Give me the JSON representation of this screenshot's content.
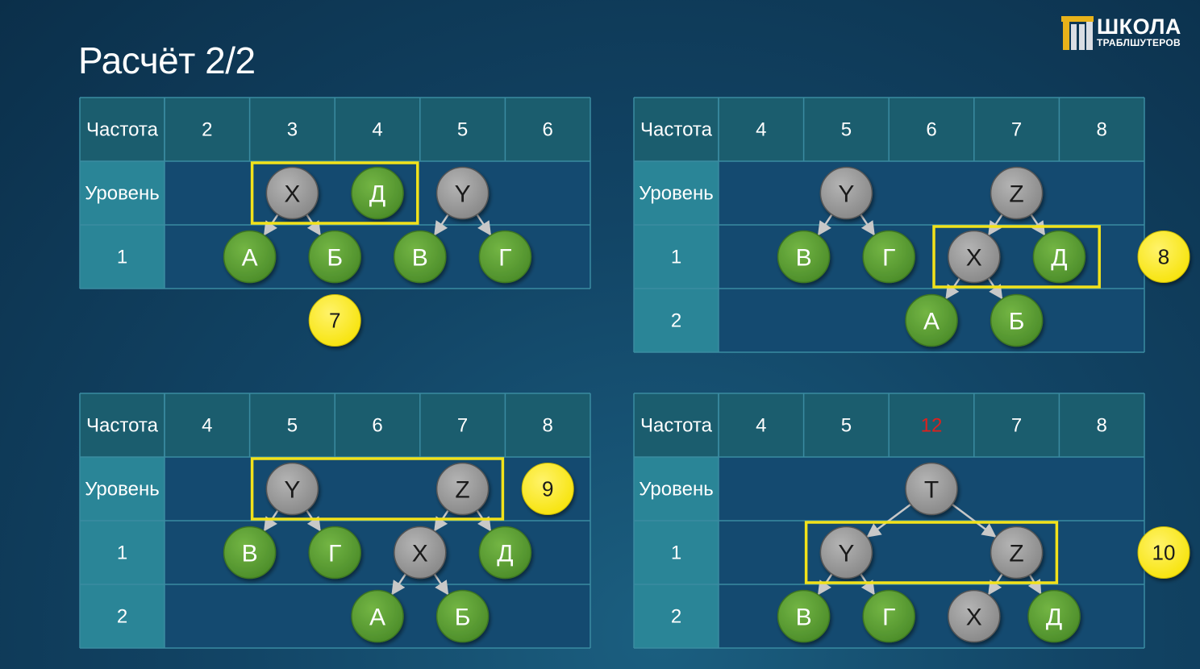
{
  "title": "Расчёт 2/2",
  "logo": {
    "big": "ШКОЛА",
    "small": "ТРАБЛШУТЕРОВ"
  },
  "colors": {
    "header_row": "#1b5d6e",
    "label_cell": "#2a8597",
    "body": "#144a70",
    "grid": "#3a8ba1",
    "leaf": "#4e8f2b",
    "internal": "#8a8a8a",
    "highlight": "#f2e21a",
    "badge": "#f7e411",
    "red_value": "#e0201c"
  },
  "panels": [
    {
      "rows": [
        "Частота",
        "Уровень",
        "1"
      ],
      "freqs": [
        "2",
        "3",
        "4",
        "5",
        "6"
      ],
      "nodes": [
        {
          "label": "X",
          "kind": "internal",
          "col": 1,
          "row": 0
        },
        {
          "label": "Д",
          "kind": "leaf",
          "col": 2,
          "row": 0
        },
        {
          "label": "Y",
          "kind": "internal",
          "col": 3,
          "row": 0
        },
        {
          "label": "А",
          "kind": "leaf",
          "col": 0.5,
          "row": 1
        },
        {
          "label": "Б",
          "kind": "leaf",
          "col": 1.5,
          "row": 1
        },
        {
          "label": "В",
          "kind": "leaf",
          "col": 2.5,
          "row": 1
        },
        {
          "label": "Г",
          "kind": "leaf",
          "col": 3.5,
          "row": 1
        }
      ],
      "edges": [
        [
          0,
          3
        ],
        [
          0,
          4
        ],
        [
          2,
          5
        ],
        [
          2,
          6
        ]
      ],
      "highlight": {
        "from_col": 1,
        "to_col": 2,
        "row": 0
      },
      "badge": {
        "value": "7",
        "col": 1.5,
        "row": 2
      }
    },
    {
      "rows": [
        "Частота",
        "Уровень",
        "1",
        "2"
      ],
      "freqs": [
        "4",
        "5",
        "6",
        "7",
        "8"
      ],
      "nodes": [
        {
          "label": "Y",
          "kind": "internal",
          "col": 1,
          "row": 0
        },
        {
          "label": "Z",
          "kind": "internal",
          "col": 3,
          "row": 0
        },
        {
          "label": "В",
          "kind": "leaf",
          "col": 0.5,
          "row": 1
        },
        {
          "label": "Г",
          "kind": "leaf",
          "col": 1.5,
          "row": 1
        },
        {
          "label": "X",
          "kind": "internal",
          "col": 2.5,
          "row": 1
        },
        {
          "label": "Д",
          "kind": "leaf",
          "col": 3.5,
          "row": 1
        },
        {
          "label": "А",
          "kind": "leaf",
          "col": 2,
          "row": 2
        },
        {
          "label": "Б",
          "kind": "leaf",
          "col": 3,
          "row": 2
        }
      ],
      "edges": [
        [
          0,
          2
        ],
        [
          0,
          3
        ],
        [
          1,
          4
        ],
        [
          1,
          5
        ],
        [
          4,
          6
        ],
        [
          4,
          7
        ]
      ],
      "highlight": {
        "from_col": 2.5,
        "to_col": 3.5,
        "row": 1
      },
      "badge": {
        "value": "8",
        "col": 5,
        "row": 1
      }
    },
    {
      "rows": [
        "Частота",
        "Уровень",
        "1",
        "2"
      ],
      "freqs": [
        "4",
        "5",
        "6",
        "7",
        "8"
      ],
      "nodes": [
        {
          "label": "Y",
          "kind": "internal",
          "col": 1,
          "row": 0
        },
        {
          "label": "Z",
          "kind": "internal",
          "col": 3,
          "row": 0
        },
        {
          "label": "В",
          "kind": "leaf",
          "col": 0.5,
          "row": 1
        },
        {
          "label": "Г",
          "kind": "leaf",
          "col": 1.5,
          "row": 1
        },
        {
          "label": "X",
          "kind": "internal",
          "col": 2.5,
          "row": 1
        },
        {
          "label": "Д",
          "kind": "leaf",
          "col": 3.5,
          "row": 1
        },
        {
          "label": "А",
          "kind": "leaf",
          "col": 2,
          "row": 2
        },
        {
          "label": "Б",
          "kind": "leaf",
          "col": 3,
          "row": 2
        }
      ],
      "edges": [
        [
          0,
          2
        ],
        [
          0,
          3
        ],
        [
          1,
          4
        ],
        [
          1,
          5
        ],
        [
          4,
          6
        ],
        [
          4,
          7
        ]
      ],
      "highlight": {
        "from_col": 1,
        "to_col": 3,
        "row": 0
      },
      "badge": {
        "value": "9",
        "col": 4,
        "row": 0
      }
    },
    {
      "rows": [
        "Частота",
        "Уровень",
        "1",
        "2"
      ],
      "freqs": [
        "4",
        "5",
        "12",
        "7",
        "8"
      ],
      "red_freq_index": 2,
      "nodes": [
        {
          "label": "T",
          "kind": "internal",
          "col": 2,
          "row": 0
        },
        {
          "label": "Y",
          "kind": "internal",
          "col": 1,
          "row": 1
        },
        {
          "label": "Z",
          "kind": "internal",
          "col": 3,
          "row": 1
        },
        {
          "label": "В",
          "kind": "leaf",
          "col": 0.5,
          "row": 2
        },
        {
          "label": "Г",
          "kind": "leaf",
          "col": 1.5,
          "row": 2
        },
        {
          "label": "X",
          "kind": "internal",
          "col": 2.5,
          "row": 2
        },
        {
          "label": "Д",
          "kind": "leaf",
          "col": 3.44,
          "row": 2
        }
      ],
      "edges": [
        [
          0,
          1
        ],
        [
          0,
          2
        ],
        [
          1,
          3
        ],
        [
          1,
          4
        ],
        [
          2,
          5
        ],
        [
          2,
          6
        ]
      ],
      "highlight": {
        "from_col": 1,
        "to_col": 3,
        "row": 1
      },
      "badge": {
        "value": "10",
        "col": 5,
        "row": 1
      }
    }
  ]
}
